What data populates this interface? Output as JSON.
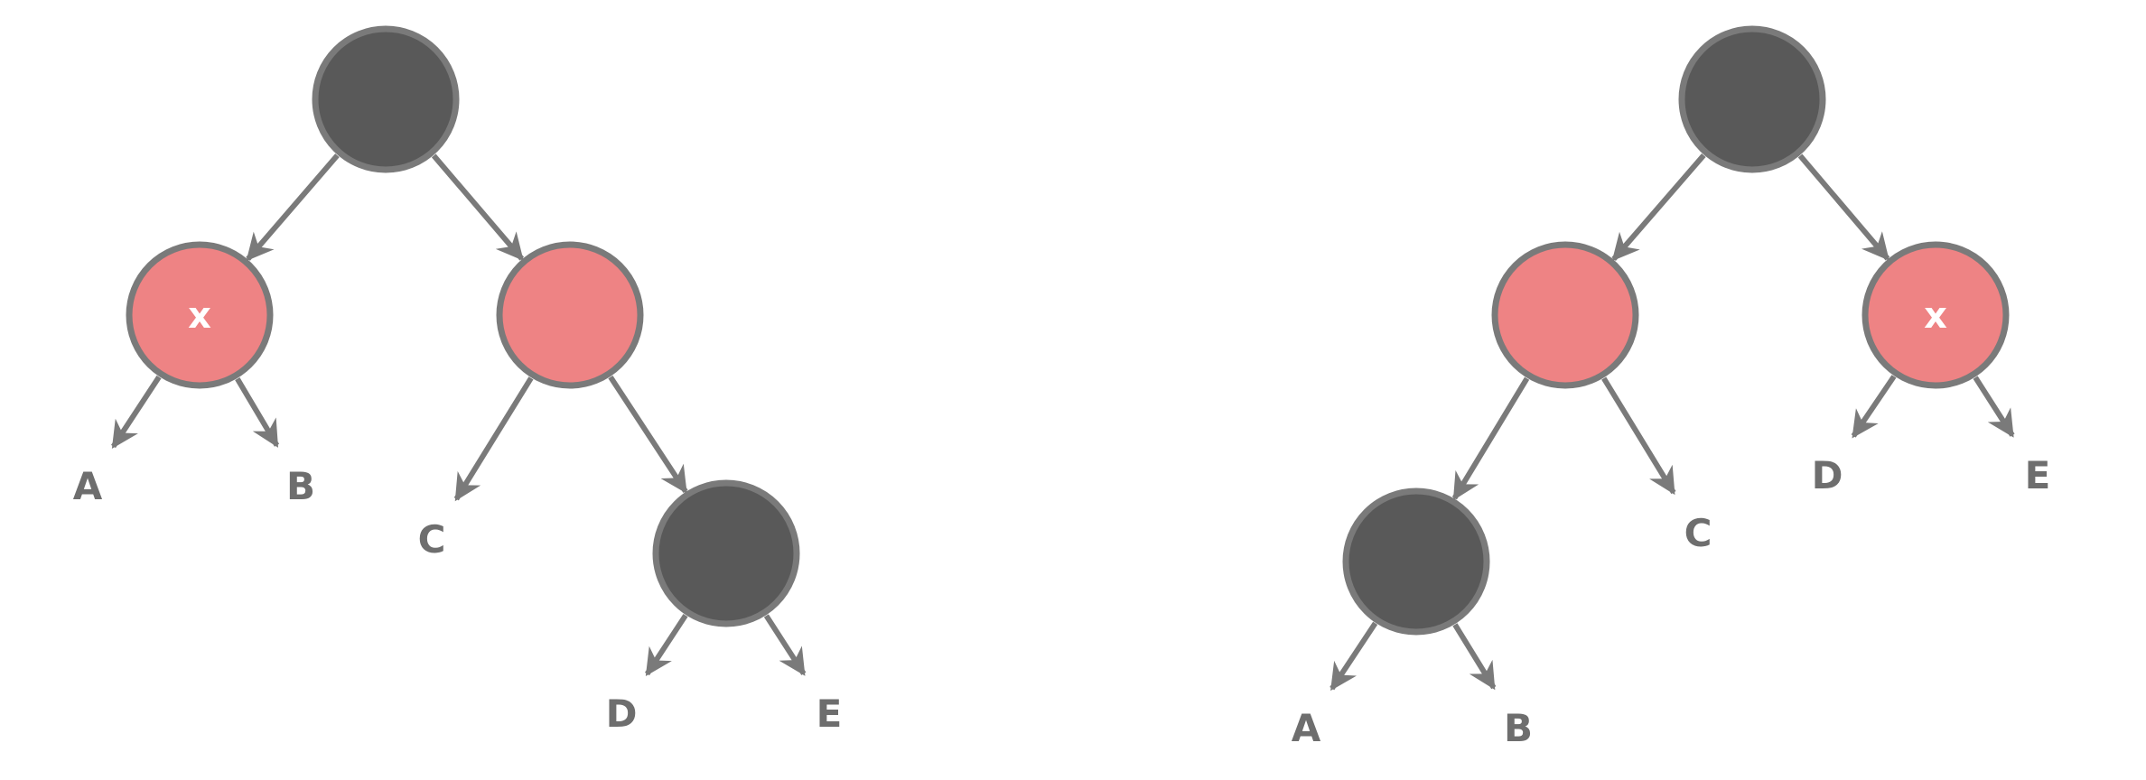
{
  "diagrams": [
    {
      "nodes": [
        {
          "id": "root",
          "color": "black",
          "label": ""
        },
        {
          "id": "x",
          "color": "red",
          "label": "x"
        },
        {
          "id": "r",
          "color": "red",
          "label": ""
        },
        {
          "id": "rr",
          "color": "black",
          "label": ""
        }
      ],
      "edges": [
        [
          "root",
          "x"
        ],
        [
          "root",
          "r"
        ],
        [
          "x",
          "A"
        ],
        [
          "x",
          "B"
        ],
        [
          "r",
          "C"
        ],
        [
          "r",
          "rr"
        ],
        [
          "rr",
          "D"
        ],
        [
          "rr",
          "E"
        ]
      ],
      "leaves": [
        {
          "id": "A",
          "label": "A"
        },
        {
          "id": "B",
          "label": "B"
        },
        {
          "id": "C",
          "label": "C"
        },
        {
          "id": "D",
          "label": "D"
        },
        {
          "id": "E",
          "label": "E"
        }
      ]
    },
    {
      "nodes": [
        {
          "id": "root",
          "color": "black",
          "label": ""
        },
        {
          "id": "l",
          "color": "red",
          "label": ""
        },
        {
          "id": "x",
          "color": "red",
          "label": "x"
        },
        {
          "id": "ll",
          "color": "black",
          "label": ""
        }
      ],
      "edges": [
        [
          "root",
          "l"
        ],
        [
          "root",
          "x"
        ],
        [
          "l",
          "ll"
        ],
        [
          "l",
          "C"
        ],
        [
          "ll",
          "A"
        ],
        [
          "ll",
          "B"
        ],
        [
          "x",
          "D"
        ],
        [
          "x",
          "E"
        ]
      ],
      "leaves": [
        {
          "id": "A",
          "label": "A"
        },
        {
          "id": "B",
          "label": "B"
        },
        {
          "id": "C",
          "label": "C"
        },
        {
          "id": "D",
          "label": "D"
        },
        {
          "id": "E",
          "label": "E"
        }
      ]
    }
  ],
  "colors": {
    "black": "#595959",
    "red": "#ee8384",
    "stroke": "#7a7a7a",
    "leaf_text": "#6e6e6e"
  }
}
